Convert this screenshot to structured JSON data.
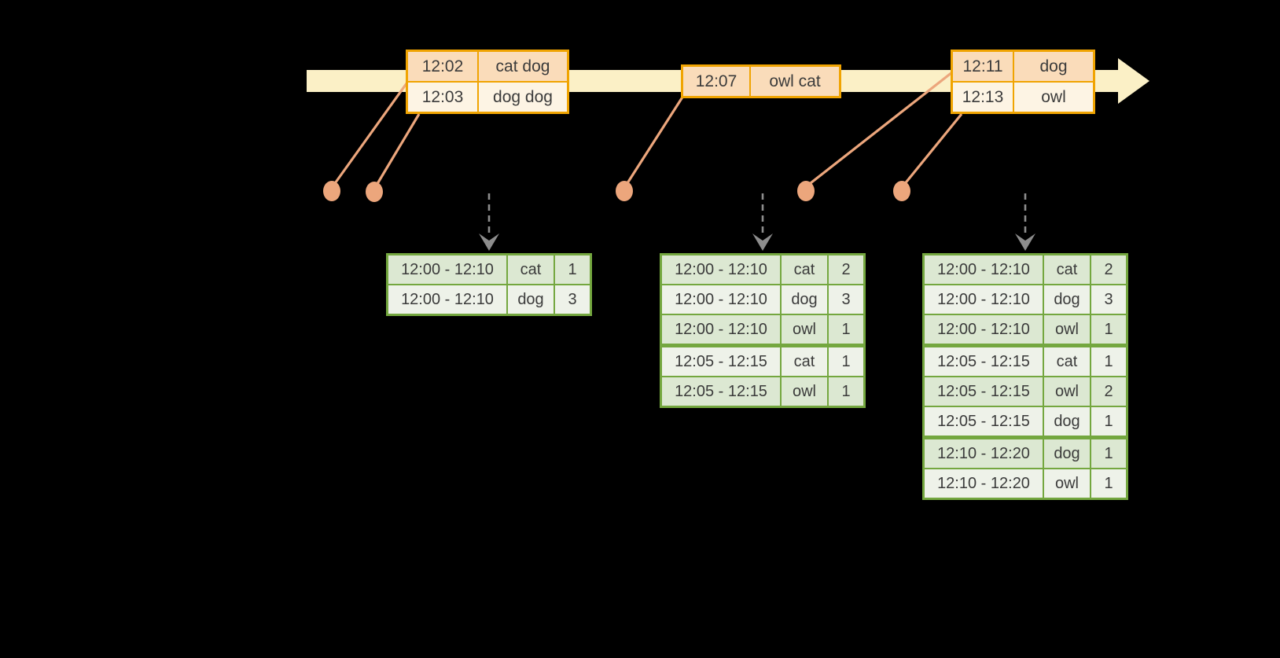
{
  "colors": {
    "background": "#000000",
    "timeline-fill": "#FBF0C6",
    "event-border": "#F0A402",
    "event-row-dark": "#FADCBA",
    "event-row-light": "#FDF4E4",
    "connector": "#ECA67C",
    "trigger-arrow": "#8D8D8D",
    "result-border": "#74A73F",
    "result-row-dark": "#DCE8D2",
    "result-row-light": "#EEF2E9",
    "text": "#3B3B3B"
  },
  "event_tables": [
    {
      "rows": [
        {
          "time": "12:02",
          "words": "cat dog"
        },
        {
          "time": "12:03",
          "words": "dog dog"
        }
      ]
    },
    {
      "rows": [
        {
          "time": "12:07",
          "words": "owl cat"
        }
      ]
    },
    {
      "rows": [
        {
          "time": "12:11",
          "words": "dog"
        },
        {
          "time": "12:13",
          "words": "owl"
        }
      ]
    }
  ],
  "result_tables": [
    {
      "rows": [
        {
          "window": "12:00 - 12:10",
          "word": "cat",
          "count": "1"
        },
        {
          "window": "12:00 - 12:10",
          "word": "dog",
          "count": "3"
        }
      ]
    },
    {
      "rows": [
        {
          "window": "12:00 - 12:10",
          "word": "cat",
          "count": "2"
        },
        {
          "window": "12:00 - 12:10",
          "word": "dog",
          "count": "3"
        },
        {
          "window": "12:00 - 12:10",
          "word": "owl",
          "count": "1"
        },
        {
          "window": "12:05 - 12:15",
          "word": "cat",
          "count": "1"
        },
        {
          "window": "12:05 - 12:15",
          "word": "owl",
          "count": "1"
        }
      ]
    },
    {
      "rows": [
        {
          "window": "12:00 - 12:10",
          "word": "cat",
          "count": "2"
        },
        {
          "window": "12:00 - 12:10",
          "word": "dog",
          "count": "3"
        },
        {
          "window": "12:00 - 12:10",
          "word": "owl",
          "count": "1"
        },
        {
          "window": "12:05 - 12:15",
          "word": "cat",
          "count": "1"
        },
        {
          "window": "12:05 - 12:15",
          "word": "owl",
          "count": "2"
        },
        {
          "window": "12:05 - 12:15",
          "word": "dog",
          "count": "1"
        },
        {
          "window": "12:10 - 12:20",
          "word": "dog",
          "count": "1"
        },
        {
          "window": "12:10 - 12:20",
          "word": "owl",
          "count": "1"
        }
      ]
    }
  ]
}
